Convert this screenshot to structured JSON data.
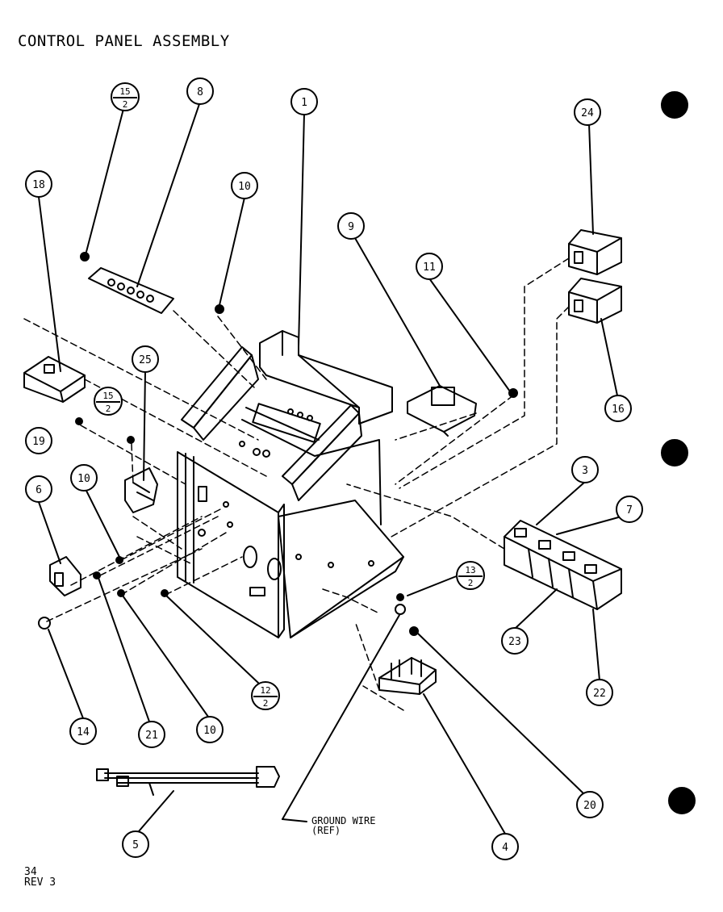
{
  "title": "CONTROL PANEL ASSEMBLY",
  "footer": {
    "page": "34",
    "revision": "REV 3"
  },
  "ground_wire": {
    "line1": "GROUND WIRE",
    "line2": "(REF)"
  },
  "callouts": [
    {
      "id": "c1",
      "text": "1"
    },
    {
      "id": "c8",
      "text": "8"
    },
    {
      "id": "c10a",
      "text": "10"
    },
    {
      "id": "c18",
      "text": "18"
    },
    {
      "id": "c9",
      "text": "9"
    },
    {
      "id": "c11",
      "text": "11"
    },
    {
      "id": "c24",
      "text": "24"
    },
    {
      "id": "c25",
      "text": "25"
    },
    {
      "id": "c19",
      "text": "19"
    },
    {
      "id": "c6",
      "text": "6"
    },
    {
      "id": "c10b",
      "text": "10"
    },
    {
      "id": "c16",
      "text": "16"
    },
    {
      "id": "c3",
      "text": "3"
    },
    {
      "id": "c7",
      "text": "7"
    },
    {
      "id": "c23",
      "text": "23"
    },
    {
      "id": "c22",
      "text": "22"
    },
    {
      "id": "c14",
      "text": "14"
    },
    {
      "id": "c21",
      "text": "21"
    },
    {
      "id": "c10c",
      "text": "10"
    },
    {
      "id": "c5",
      "text": "5"
    },
    {
      "id": "c4",
      "text": "4"
    },
    {
      "id": "c20",
      "text": "20"
    }
  ],
  "fraction_callouts": [
    {
      "id": "f15a",
      "num": "15",
      "den": "2"
    },
    {
      "id": "f15b",
      "num": "15",
      "den": "2"
    },
    {
      "id": "f13",
      "num": "13",
      "den": "2"
    },
    {
      "id": "f12",
      "num": "12",
      "den": "2"
    }
  ]
}
